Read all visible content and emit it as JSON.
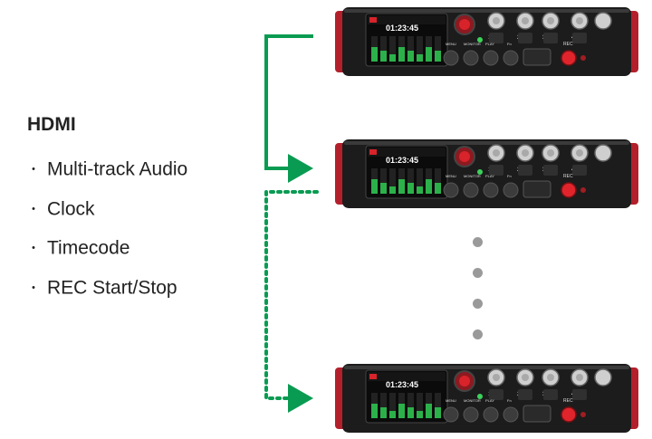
{
  "title": "HDMI",
  "features": [
    "Multi-track Audio",
    "Clock",
    "Timecode",
    "REC Start/Stop"
  ],
  "bullet_char": "・",
  "colors": {
    "solid_arrow": "#0a9b52",
    "dotted_arrow": "#0a9b52",
    "device_body": "#1c1c1c",
    "device_side": "#b3202c",
    "screen_red": "#d8232a",
    "rec_button": "#e0242c",
    "ellipsis": "#9a9a9a"
  },
  "connections": [
    {
      "from": "recorder-1",
      "to": "recorder-2",
      "style": "solid"
    },
    {
      "from": "recorder-2",
      "to": "recorder-3",
      "style": "dotted"
    }
  ],
  "device": {
    "display_time": "01:23:45",
    "labels": {
      "menu": "MENU",
      "monitor": "MONITOR",
      "play": "PLAY",
      "fn": "Fn",
      "rec": "REC"
    },
    "knob_numbers": [
      "1",
      "2",
      "3",
      "4"
    ]
  }
}
